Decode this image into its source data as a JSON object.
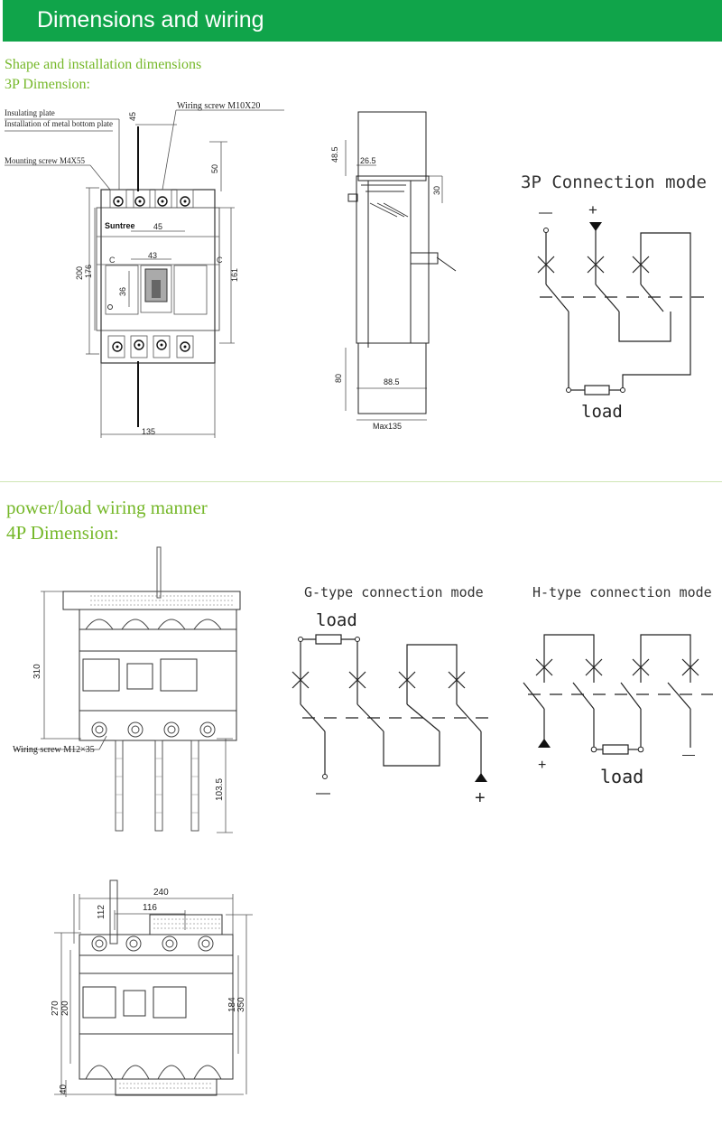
{
  "header": {
    "title": "Dimensions and wiring",
    "bg_color": "#10a44a"
  },
  "accent_color": "#76b82a",
  "section1": {
    "title": "Shape and installation dimensions",
    "subtitle": "3P Dimension:"
  },
  "section2": {
    "title": "power/load wiring manner",
    "subtitle": "4P Dimension:"
  },
  "dim3p_front": {
    "callouts": [
      "Insulating plate",
      "Installation of metal bottom plate",
      "Wiring screw M10X20",
      "Mounting screw M4X55"
    ],
    "brand": "Suntree",
    "dims": [
      "45",
      "50",
      "45",
      "43",
      "36",
      "200",
      "176",
      "161",
      "135"
    ]
  },
  "dim3p_side": {
    "dims": [
      "48.5",
      "26.5",
      "30",
      "80",
      "88.5",
      "Max135"
    ]
  },
  "conn3p": {
    "title": "3P Connection mode",
    "minus": "—",
    "plus": "+",
    "load": "load"
  },
  "dim4p_front": {
    "callout": "Wiring screw M12×35",
    "dims": [
      "310",
      "103.5"
    ]
  },
  "g_type": {
    "title": "G-type connection mode",
    "load": "load",
    "minus": "—",
    "plus": "+"
  },
  "h_type": {
    "title": "H-type connection mode",
    "load": "load",
    "plus": "+",
    "minus": "—"
  },
  "dim4p_bottom": {
    "dims": [
      "240",
      "116",
      "112",
      "270",
      "200",
      "184",
      "350",
      "40"
    ]
  }
}
